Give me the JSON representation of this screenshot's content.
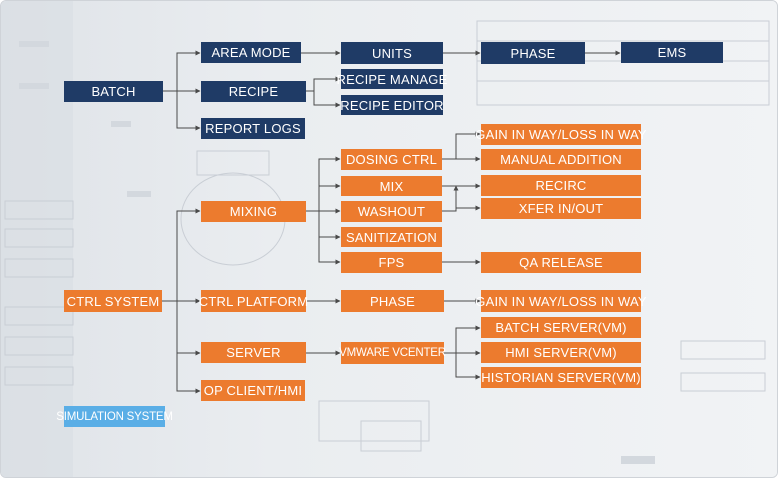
{
  "diagram": {
    "colors": {
      "batch_tree": "#1f3b66",
      "control_tree": "#ec7b2e",
      "simulation": "#5aaee6",
      "connector": "#4a4a4a"
    },
    "batch": {
      "root": "BATCH",
      "area_mode": "AREA MODE",
      "units": "UNITS",
      "phase": "PHASE",
      "ems": "EMS",
      "recipe": "RECIPE",
      "recipe_manage": "RECIPE MANAGE",
      "recipe_editor": "RECIPE EDITOR",
      "report_logs": "REPORT LOGS"
    },
    "control": {
      "root": "CTRL SYSTEM",
      "mixing": "MIXING",
      "dosing_ctrl": "DOSING CTRL",
      "gain_in_way_1": "GAIN IN WAY/LOSS IN WAY",
      "manual_addition": "MANUAL ADDITION",
      "mix": "MIX",
      "recirc": "RECIRC",
      "washout": "WASHOUT",
      "xfer_in_out": "XFER IN/OUT",
      "sanitization": "SANITIZATION",
      "fps": "FPS",
      "qa_release": "QA RELEASE",
      "ctrl_platform": "CTRL PLATFORM",
      "platform_phase": "PHASE",
      "gain_in_way_2": "GAIN IN WAY/LOSS IN WAY",
      "server": "SERVER",
      "vmware_vcenter": "VMWARE VCENTER",
      "batch_server": "BATCH SERVER(VM)",
      "hmi_server": "HMI SERVER(VM)",
      "historian_server": "HISTORIAN SERVER(VM)",
      "op_client_hmi": "OP CLIENT/HMI"
    },
    "simulation": "SIMULATION SYSTEM"
  }
}
